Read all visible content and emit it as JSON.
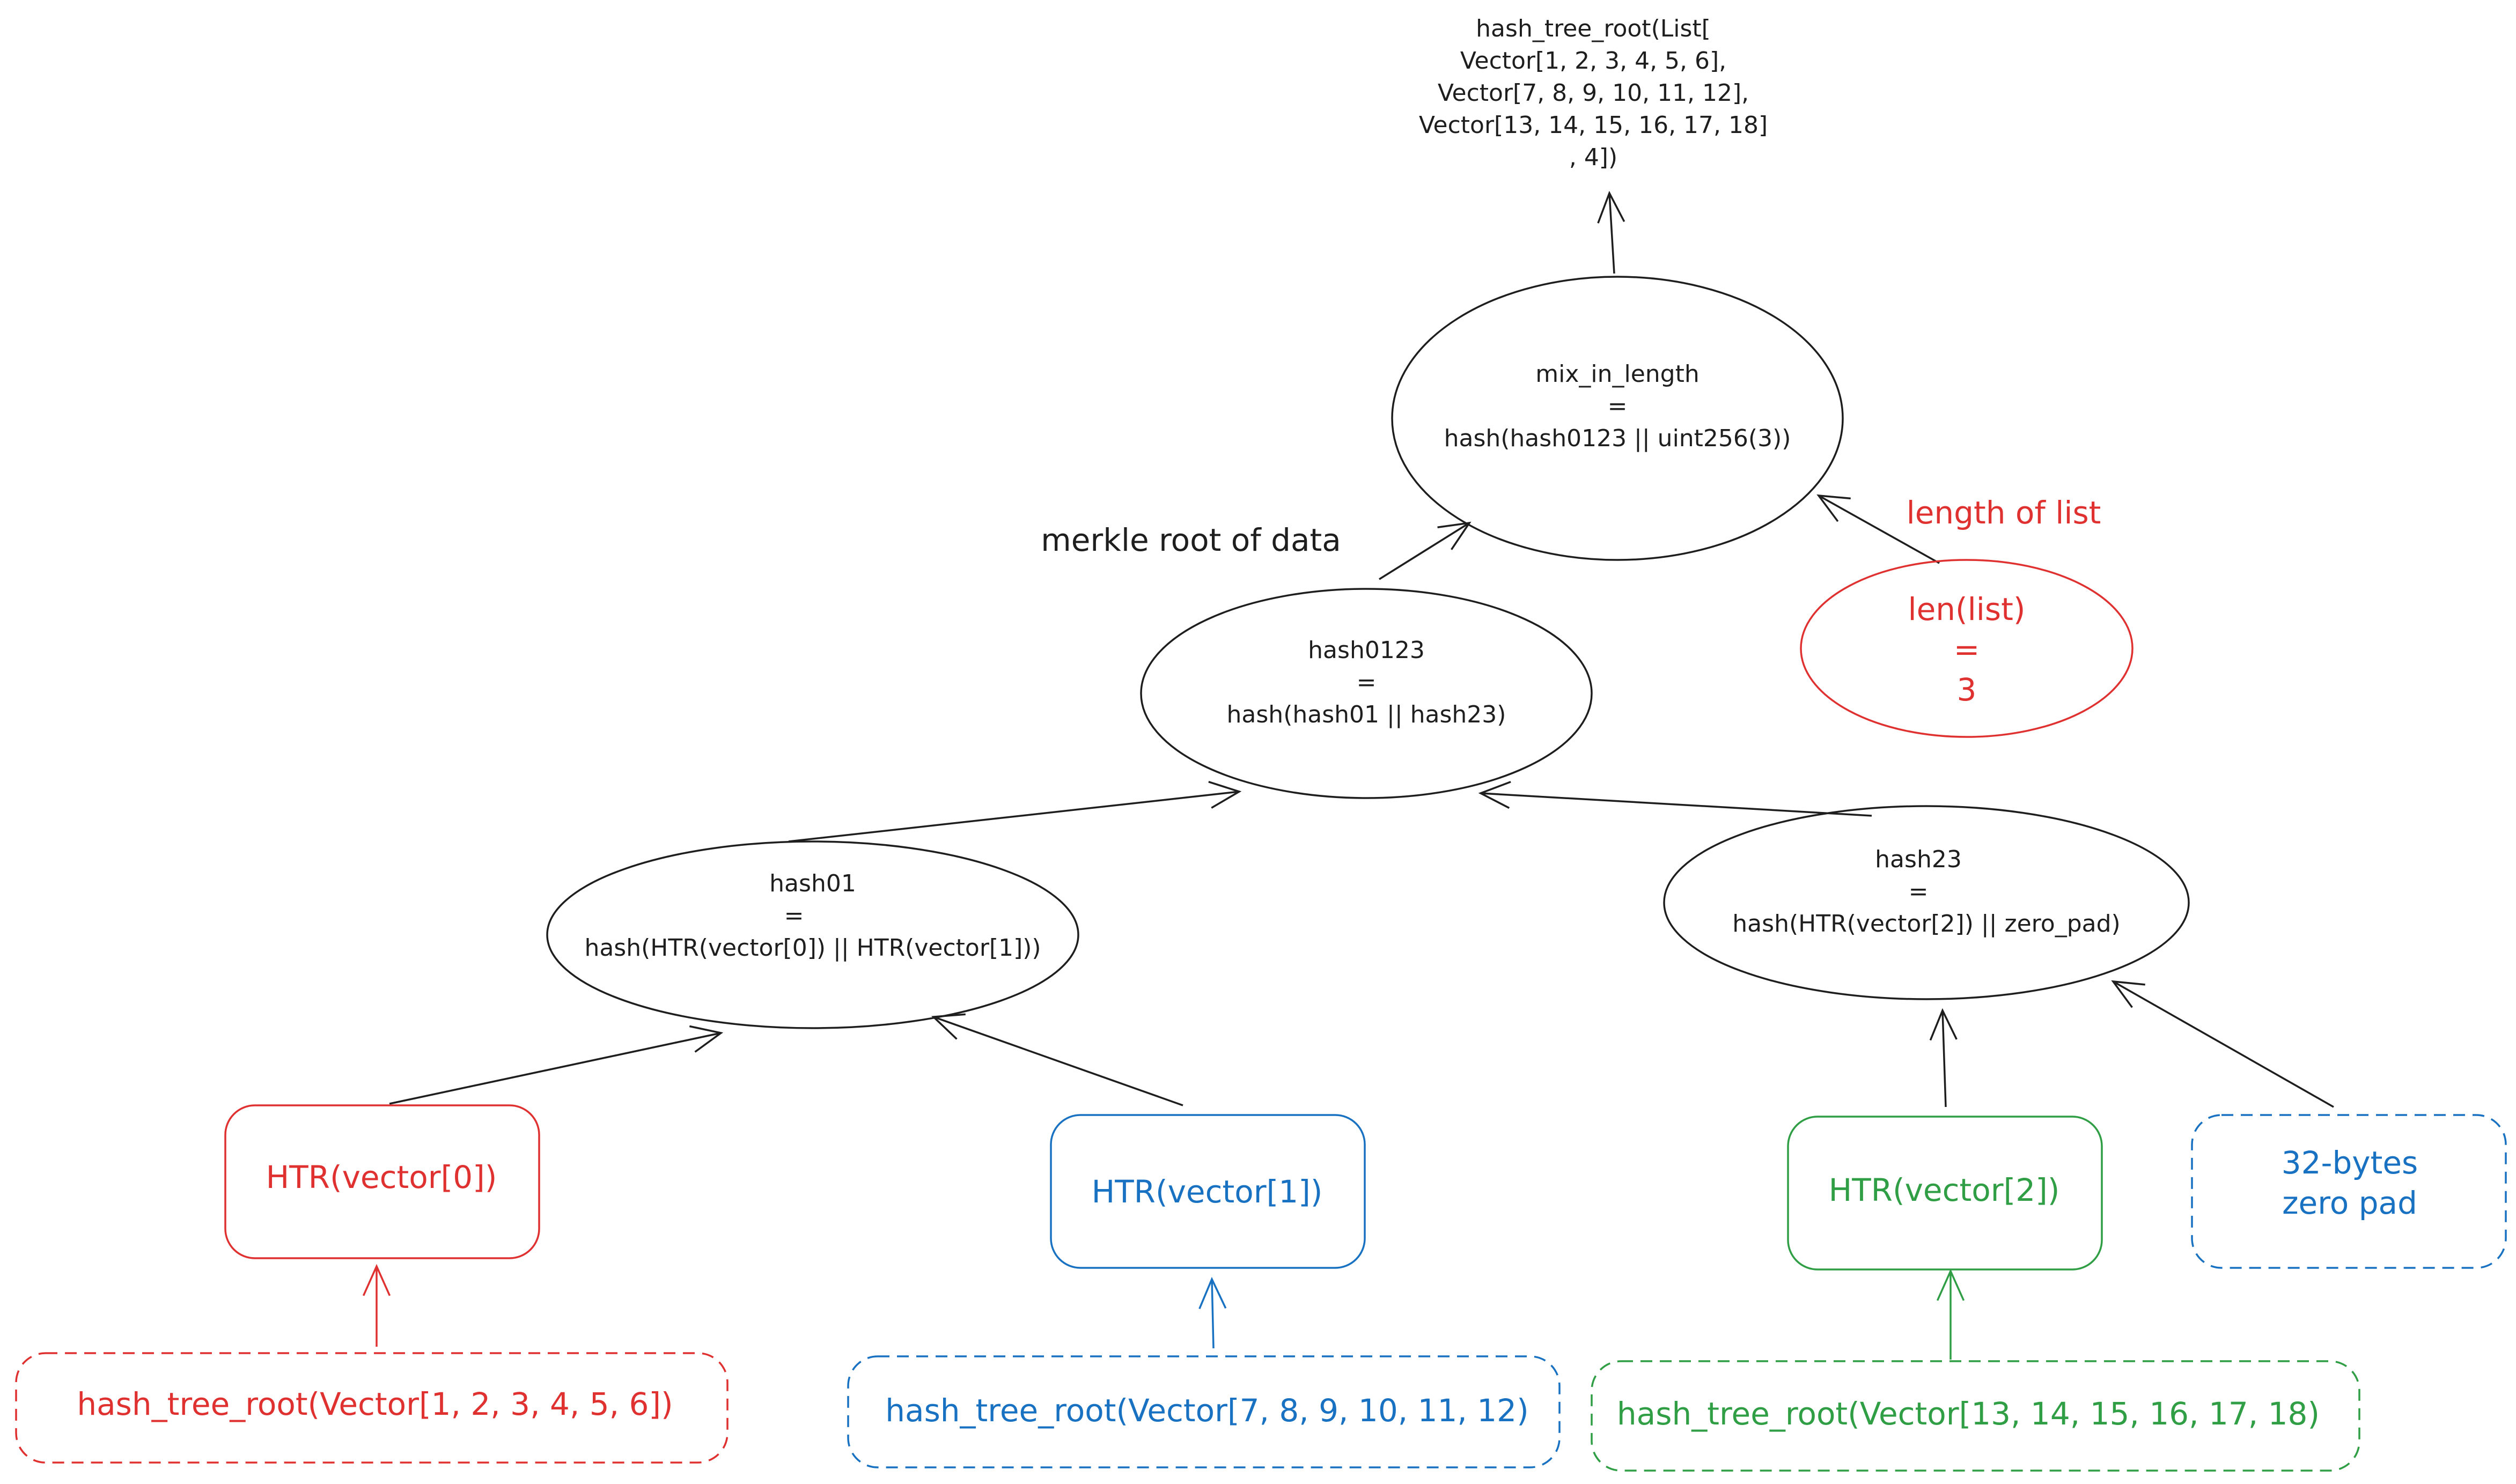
{
  "colors": {
    "black": "#1e1e1e",
    "red": "#e03131",
    "blue": "#1971c2",
    "green": "#2f9e44"
  },
  "root_label": [
    "hash_tree_root(List[",
    "Vector[1, 2, 3, 4, 5, 6],",
    "Vector[7, 8, 9, 10, 11, 12],",
    "Vector[13, 14, 15, 16, 17, 18]",
    ", 4])"
  ],
  "mix_node": [
    "mix_in_length",
    "=",
    "hash(hash0123 || uint256(3))"
  ],
  "length_annotation": "length of list",
  "len_node": [
    "len(list)",
    "=",
    "3"
  ],
  "merkle_annotation": "merkle root of data",
  "hash0123_node": [
    "hash0123",
    "=",
    "hash(hash01 || hash23)"
  ],
  "hash01_node": [
    "hash01",
    "=",
    "hash(HTR(vector[0]) || HTR(vector[1]))"
  ],
  "hash23_node": [
    "hash23",
    "=",
    "hash(HTR(vector[2])  || zero_pad)"
  ],
  "htr0": "HTR(vector[0])",
  "htr1": "HTR(vector[1])",
  "htr2": "HTR(vector[2])",
  "zero_pad": [
    "32-bytes",
    "zero pad"
  ],
  "leaf0": "hash_tree_root(Vector[1, 2, 3, 4, 5, 6])",
  "leaf1": "hash_tree_root(Vector[7, 8, 9, 10, 11, 12)",
  "leaf2": "hash_tree_root(Vector[13, 14, 15, 16, 17, 18)"
}
